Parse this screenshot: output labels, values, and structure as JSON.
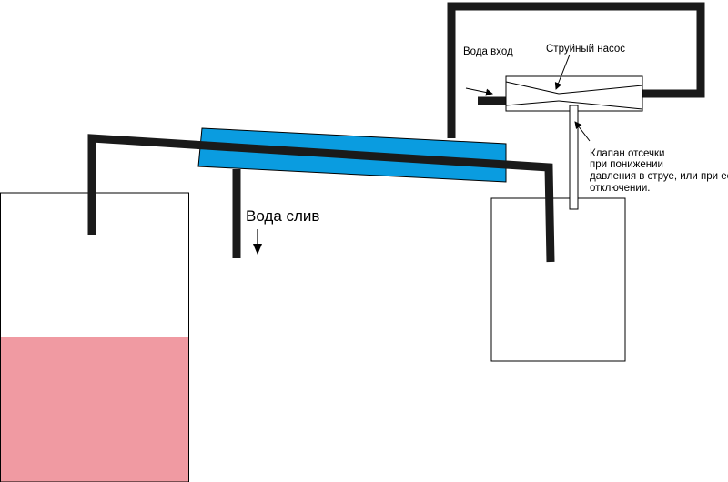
{
  "labels": {
    "water_in": "Вода вход",
    "jet_pump": "Струйный насос",
    "valve_line1": "Клапан отсечки",
    "valve_line2": "при понижении",
    "valve_line3": "давления в струе, или при ее",
    "valve_line4": "отключении.",
    "water_drain": "Вода слив"
  },
  "colors": {
    "pipe": "#1a1a1a",
    "condenser_jacket": "#0a9ce0",
    "liquid": "#f09aa2",
    "outline": "#000000"
  },
  "icons": {
    "flow_in_arrow": "arrow-right-icon",
    "drain_arrow": "arrow-down-icon"
  }
}
